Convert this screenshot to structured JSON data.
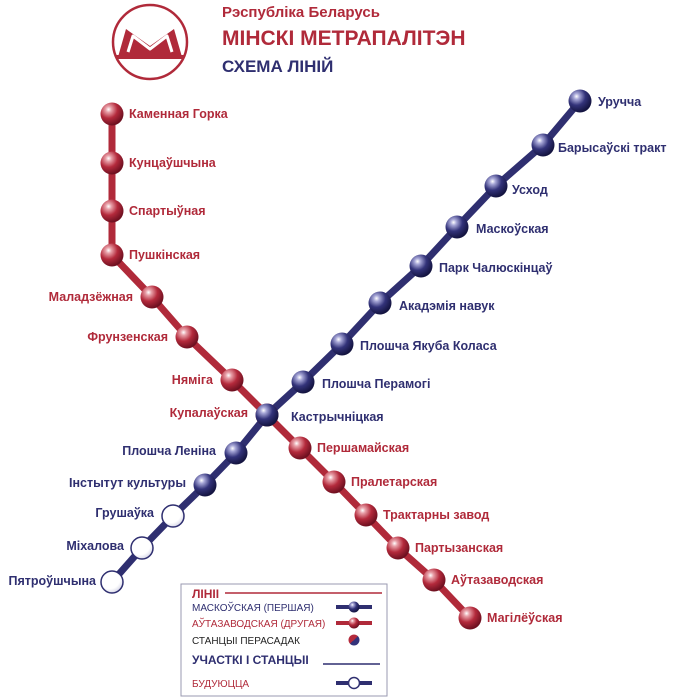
{
  "header": {
    "country": "Рэспубліка Беларусь",
    "title": "МІНСКІ МЕТРАПАЛІТЭН",
    "subtitle": "СХЕМА ЛІНІЙ"
  },
  "colors": {
    "red_line": "#b02a3a",
    "blue_line": "#2f2f70",
    "future_line": "#2f2f70",
    "text_red": "#b02a3a",
    "text_blue": "#2f2f70"
  },
  "lines": {
    "red": {
      "name": "АЎТАЗАВОДСКАЯ (ДРУГАЯ)",
      "stations": [
        "Каменная Горка",
        "Кунцаўшчына",
        "Спартыўная",
        "Пушкінская",
        "Маладзёжная",
        "Фрунзенская",
        "Няміга",
        "Купалаўская",
        "Першамайская",
        "Пралетарская",
        "Трактарны завод",
        "Партызанская",
        "Аўтазаводская",
        "Магілёўская"
      ]
    },
    "blue": {
      "name": "МАСКОЎСКАЯ (ПЕРШАЯ)",
      "stations": [
        "Уручча",
        "Барысаўскі тракт",
        "Усход",
        "Маскоўская",
        "Парк Чалюскінцаў",
        "Акадэмія навук",
        "Плошча Якуба Коласа",
        "Плошча Перамогі",
        "Кастрычніцкая",
        "Плошча Леніна",
        "Інстытут культуры"
      ],
      "future_stations": [
        "Грушаўка",
        "Міхалова",
        "Пятроўшчына"
      ]
    }
  },
  "legend": {
    "heading": "ЛІНІІ",
    "items": [
      {
        "label": "МАСКОЎСКАЯ (ПЕРШАЯ)",
        "kind": "blue"
      },
      {
        "label": "АЎТАЗАВОДСКАЯ (ДРУГАЯ)",
        "kind": "red"
      },
      {
        "label": "СТАНЦЫІ ПЕРАСАДАК",
        "kind": "transfer"
      }
    ],
    "sections_heading": "УЧАСТКІ І СТАНЦЫІ",
    "future_label": "БУДУЮЦЦА"
  }
}
